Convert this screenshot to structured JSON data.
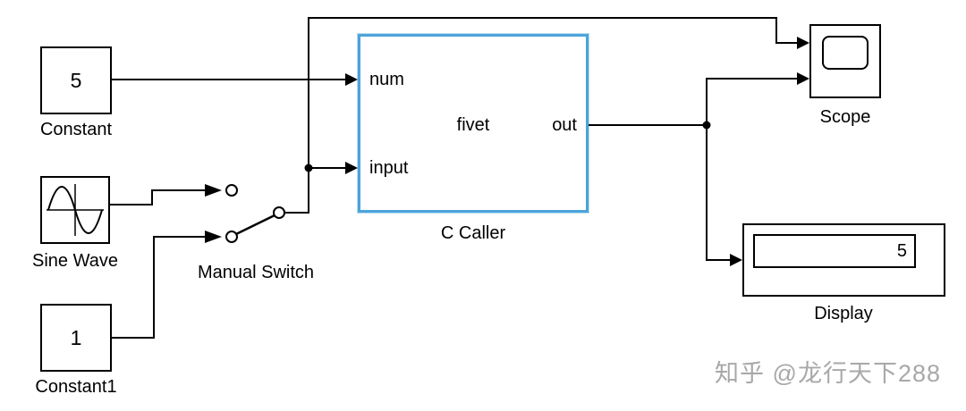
{
  "blocks": {
    "constant": {
      "value": "5",
      "label": "Constant"
    },
    "sine_wave": {
      "label": "Sine Wave"
    },
    "constant1": {
      "value": "1",
      "label": "Constant1"
    },
    "manual_switch": {
      "label": "Manual Switch"
    },
    "c_caller": {
      "label": "C Caller",
      "function_name": "fivet",
      "port_in1": "num",
      "port_in2": "input",
      "port_out": "out"
    },
    "scope": {
      "label": "Scope"
    },
    "display": {
      "label": "Display",
      "value": "5"
    }
  },
  "watermark": "知乎 @龙行天下288",
  "colors": {
    "selection_blue": "#4da3dc",
    "wire": "#000000",
    "watermark_gray": "#a8a8a8"
  }
}
